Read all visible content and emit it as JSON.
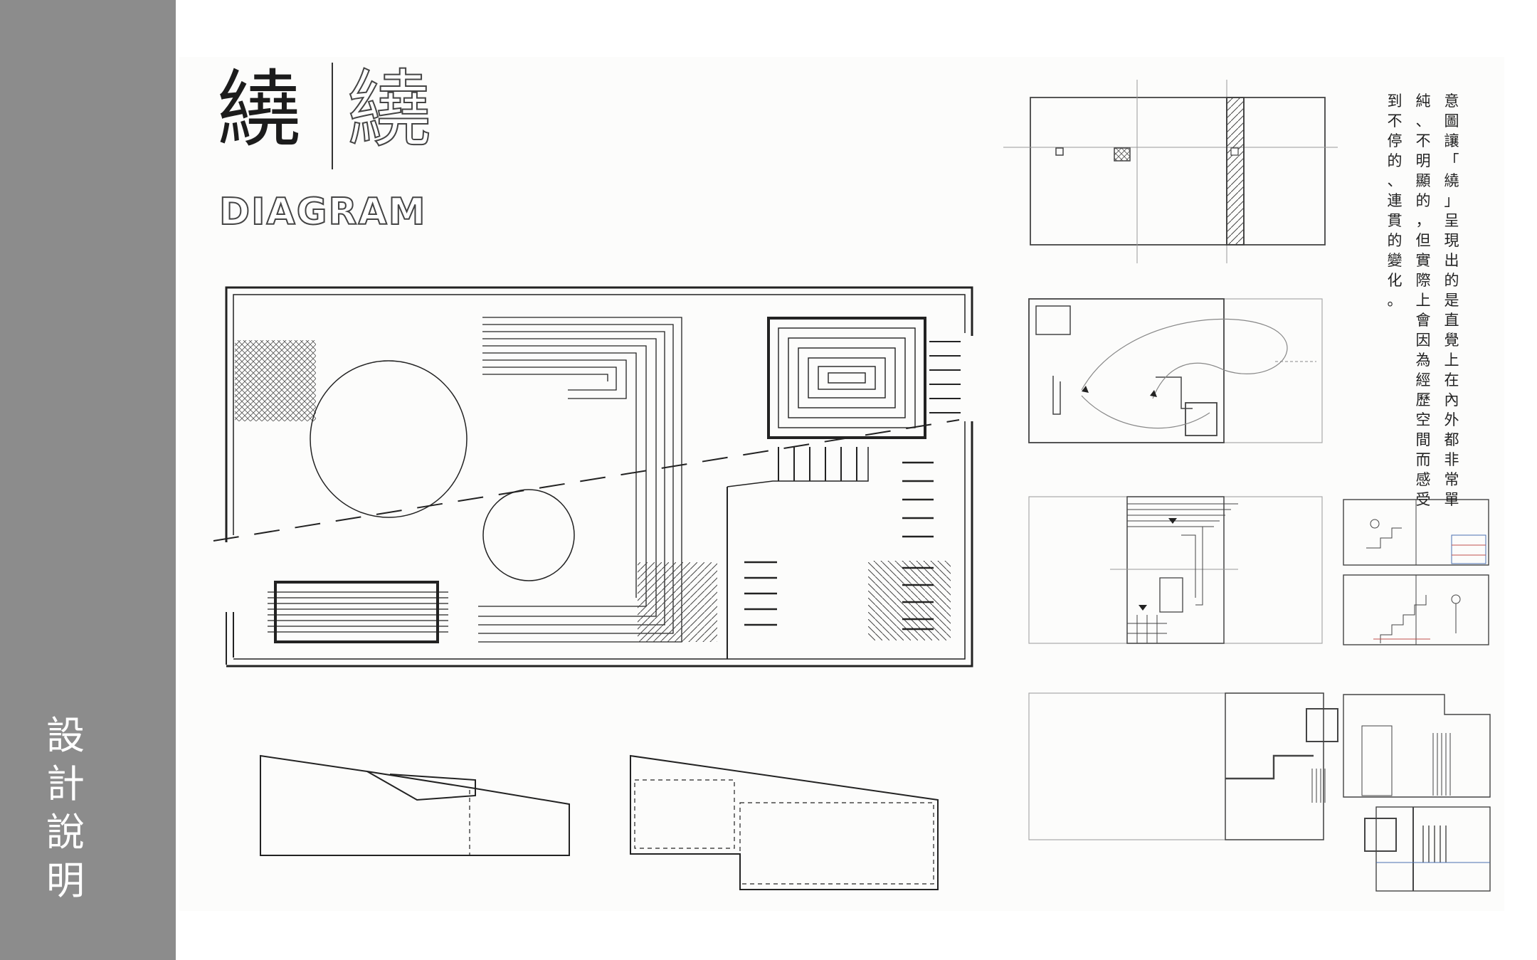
{
  "sidebar": {
    "title_chars": [
      "設",
      "計",
      "說",
      "明"
    ],
    "background": "#8c8c8c"
  },
  "header": {
    "title": "繞",
    "title_outline": "繞",
    "subtitle": "DIAGRAM"
  },
  "description": {
    "lines": [
      "意圖讓「繞」呈現出的是直覺上在內外都非常單",
      "純、不明顯的，但實際上會因為經歷空間而感受",
      "到不停的、連貫的變化。"
    ]
  },
  "colors": {
    "ink": "#222222",
    "pencil": "#7a7a7a",
    "accent_blue": "#4a6fb0",
    "accent_red": "#c0504d"
  }
}
